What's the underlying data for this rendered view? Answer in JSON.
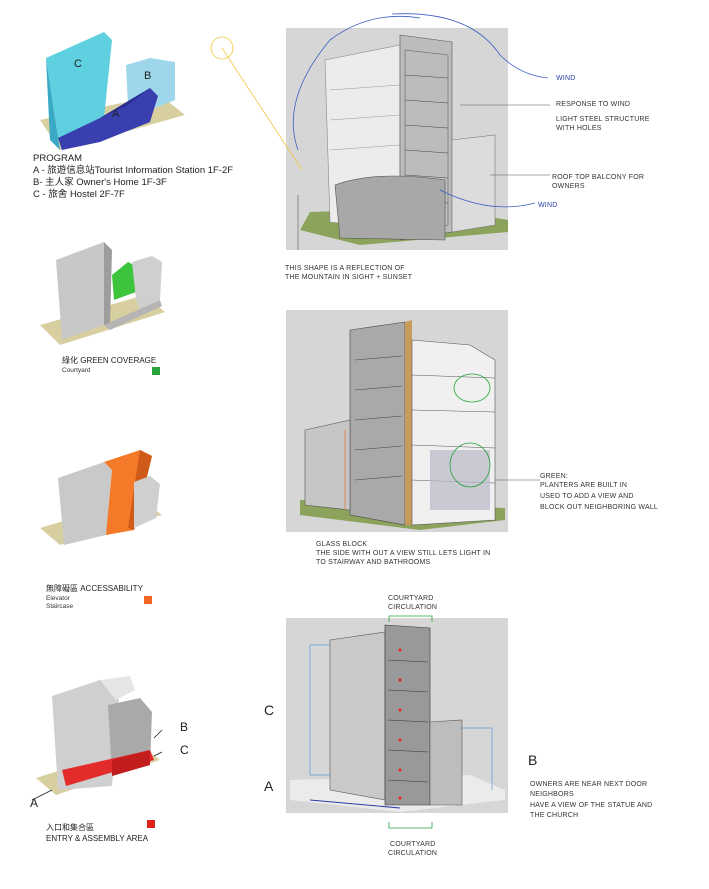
{
  "program": {
    "title": "PROGRAM",
    "lines": [
      "A -  旅遊信息站Tourist Information Station 1F-2F",
      "B- 主人家 Owner's Home 1F-3F",
      "C - 旅舍 Hostel 2F-7F"
    ],
    "block_letters": [
      "C",
      "B",
      "A"
    ]
  },
  "green": {
    "title": "綠化 GREEN COVERAGE",
    "sub": "Courtyard",
    "color": "#27a33a"
  },
  "access": {
    "title": "無障礙區 ACCESSABILITY",
    "sub1": "Elevator",
    "sub2": "Staircase",
    "color": "#f26522"
  },
  "entry": {
    "title1": "入口和集合區",
    "title2": "ENTRY & ASSEMBLY AREA",
    "color": "#e2231a",
    "letters": [
      "B",
      "C",
      "A"
    ]
  },
  "panel1": {
    "wind_top": "WIND",
    "wind_bottom": "WIND",
    "response": "RESPONSE TO WIND",
    "steel1": "LIGHT STEEL STRUCTURE",
    "steel2": "WITH HOLES",
    "roof1": "ROOF TOP BALCONY FOR",
    "roof2": "OWNERS",
    "shape1": "THIS SHAPE IS A REFLECTION OF",
    "shape2": "THE MOUNTAIN IN SIGHT + SUNSET"
  },
  "panel2": {
    "green1": "GREEN:",
    "green2": "PLANTERS ARE BUILT IN",
    "green3": "USED TO ADD A VIEW AND",
    "green4": "BLOCK OUT NEIGHBORING WALL",
    "glass1": "GLASS BLOCK",
    "glass2": "THE SIDE WITH OUT A VIEW STILL LETS LIGHT IN",
    "glass3": "TO STAIRWAY AND BATHROOMS"
  },
  "panel3": {
    "court_top1": "COURTYARD",
    "court_top2": "CIRCULATION",
    "court_bot1": "COURTYARD",
    "court_bot2": "CIRCULATION",
    "letter_c": "C",
    "letter_a": "A",
    "letter_b": "B",
    "owners1": "OWNERS ARE NEAR NEXT DOOR",
    "owners2": "NEIGHBORS",
    "owners3": "HAVE A VIEW OF THE STATUE AND",
    "owners4": "THE CHURCH"
  }
}
